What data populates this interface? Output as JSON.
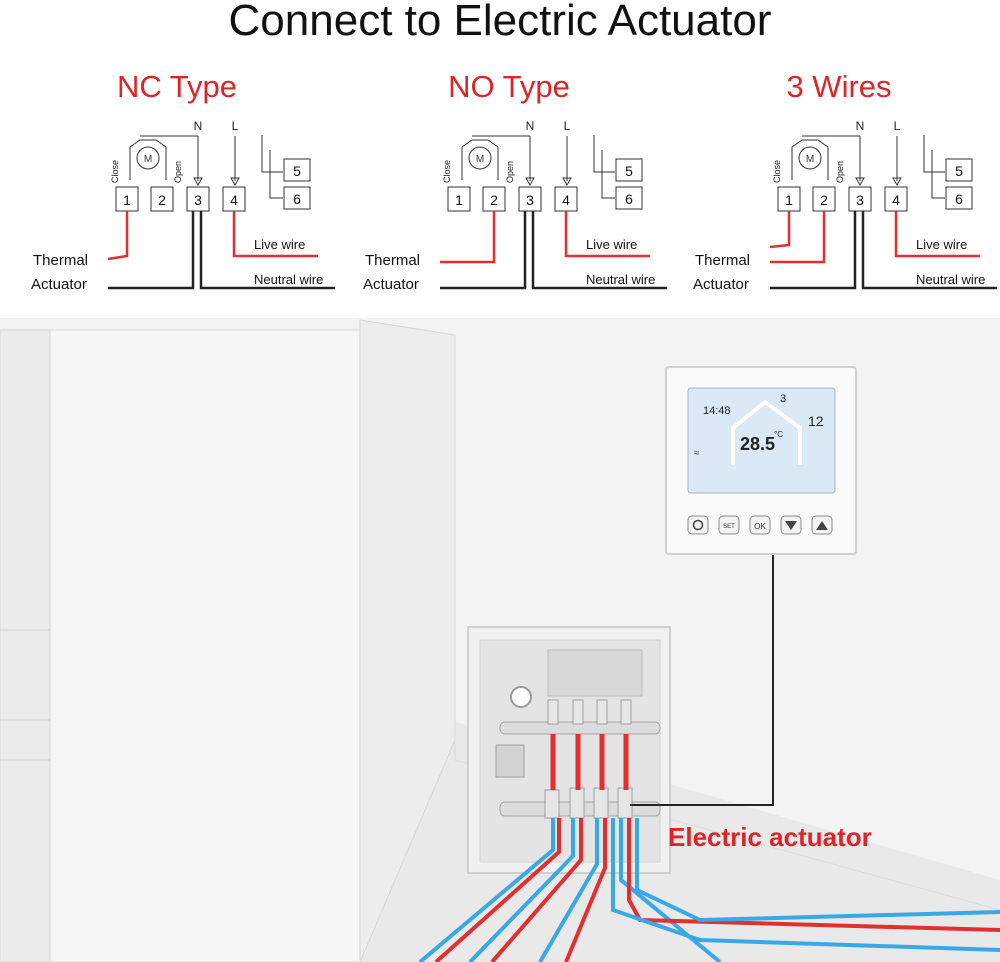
{
  "title": "Connect to Electric Actuator",
  "colors": {
    "accent_red": "#d9262a",
    "wire_red": "#e03030",
    "wire_blue": "#39a8e6",
    "wall": "#f2f2f2",
    "floor": "#e6e6e6",
    "lcd": "#dbe8f5"
  },
  "diagrams": [
    {
      "heading": "NC Type",
      "terminals": [
        "1",
        "2",
        "3",
        "4"
      ],
      "relay": [
        "5",
        "6"
      ],
      "neutral": "N",
      "line": "L",
      "close_label": "Close",
      "open_label": "Open",
      "label_thermal": "Thermal",
      "label_actuator": "Actuator",
      "live_wire": "Live wire",
      "neutral_wire": "Neutral wire"
    },
    {
      "heading": "NO Type",
      "terminals": [
        "1",
        "2",
        "3",
        "4"
      ],
      "relay": [
        "5",
        "6"
      ],
      "neutral": "N",
      "line": "L",
      "close_label": "Close",
      "open_label": "Open",
      "label_thermal": "Thermal",
      "label_actuator": "Actuator",
      "live_wire": "Live wire",
      "neutral_wire": "Neutral wire"
    },
    {
      "heading": "3 Wires",
      "terminals": [
        "1",
        "2",
        "3",
        "4"
      ],
      "relay": [
        "5",
        "6"
      ],
      "neutral": "N",
      "line": "L",
      "close_label": "Close",
      "open_label": "Open",
      "label_thermal": "Thermal",
      "label_actuator": "Actuator",
      "live_wire": "Live wire",
      "neutral_wire": "Neutral wire"
    }
  ],
  "thermostat": {
    "time": "14:48",
    "program": "3",
    "set_temp": "12",
    "room_temp": "28.5",
    "temp_unit": "°C",
    "buttons": [
      "power-icon",
      "SET",
      "OK",
      "arrow-down-icon",
      "arrow-up-icon"
    ]
  },
  "actuator_label": "Electric actuator"
}
